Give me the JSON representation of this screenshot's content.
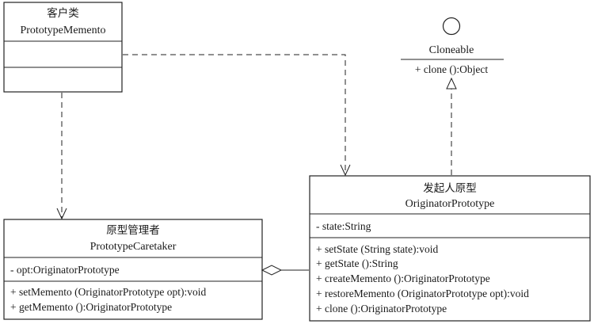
{
  "classes": {
    "client": {
      "name_cn": "客户类",
      "name_en": "PrototypeMemento"
    },
    "cloneable": {
      "name": "Cloneable",
      "method": "+ clone ():Object"
    },
    "caretaker": {
      "name_cn": "原型管理者",
      "name_en": "PrototypeCaretaker",
      "attributes": [
        "- opt:OriginatorPrototype"
      ],
      "methods": [
        "+ setMemento (OriginatorPrototype opt):void",
        "+ getMemento ():OriginatorPrototype"
      ]
    },
    "originator": {
      "name_cn": "发起人原型",
      "name_en": "OriginatorPrototype",
      "attributes": [
        "- state:String"
      ],
      "methods": [
        "+ setState (String state):void",
        "+ getState ():String",
        "+ createMemento ():OriginatorPrototype",
        "+ restoreMemento (OriginatorPrototype opt):void",
        "+ clone ():OriginatorPrototype"
      ]
    }
  }
}
